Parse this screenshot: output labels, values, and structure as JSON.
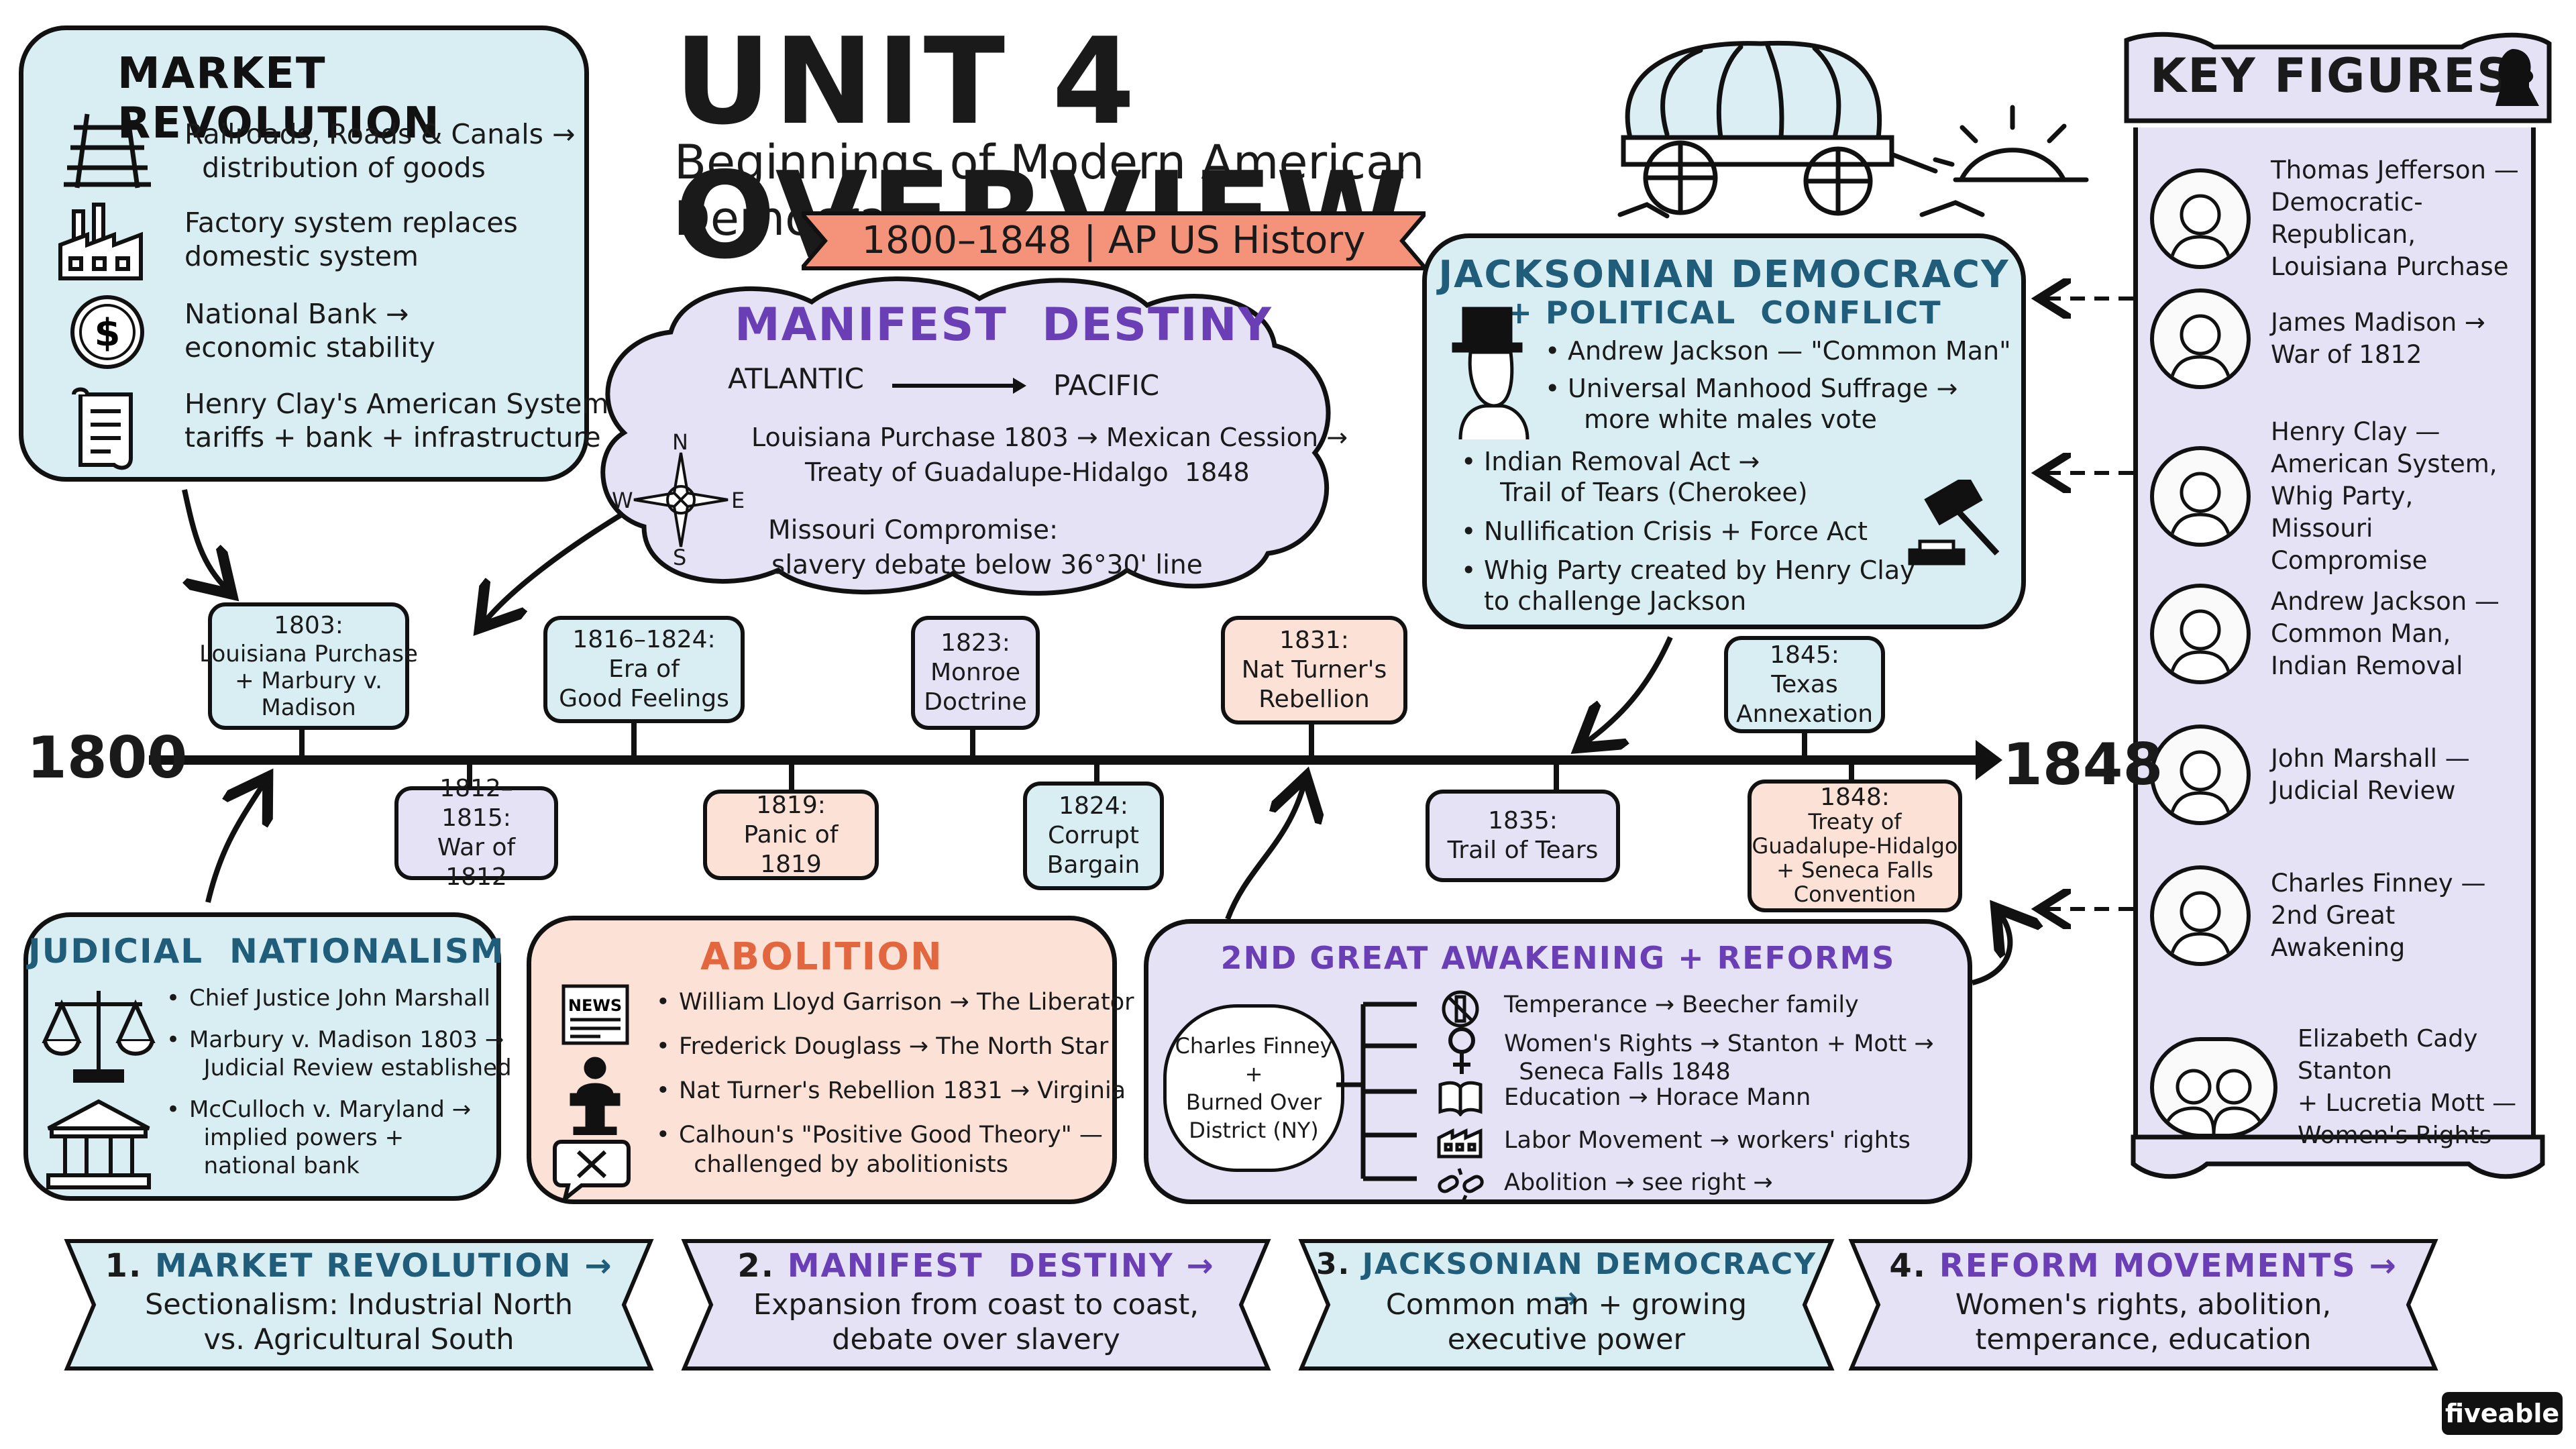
{
  "title": "UNIT 4 OVERVIEW",
  "subtitle": "Beginnings of Modern American Democracy",
  "banner": "1800–1848 | AP US History",
  "market_revolution": {
    "heading": "MARKET REVOLUTION",
    "items": [
      {
        "icon": "railroad-track-icon",
        "text": "Railroads, Roads & Canals →\n  distribution of goods"
      },
      {
        "icon": "factory-icon",
        "text": "Factory system replaces\ndomestic system"
      },
      {
        "icon": "dollar-coin-icon",
        "text": "National Bank →\neconomic stability"
      },
      {
        "icon": "scroll-icon",
        "text": "Henry Clay's American System:\ntariffs + bank + infrastructure"
      }
    ]
  },
  "manifest_destiny": {
    "heading": "MANIFEST  DESTINY",
    "from": "ATLANTIC",
    "to": "PACIFIC",
    "line1": "Louisiana Purchase 1803 → Mexican Cession →",
    "line2": "Treaty of Guadalupe-Hidalgo  1848",
    "line3": "Missouri Compromise:",
    "line4": "slavery debate below 36°30' line",
    "compass": {
      "n": "N",
      "s": "S",
      "e": "E",
      "w": "W"
    }
  },
  "jacksonian": {
    "heading1": "JACKSONIAN DEMOCRACY",
    "heading2": "+ POLITICAL  CONFLICT",
    "items": [
      "Andrew Jackson — \"Common Man\"",
      "Universal Manhood Suffrage →\n  more white males vote",
      "Indian Removal Act →\n  Trail of Tears (Cherokee)",
      "Nullification Crisis + Force Act",
      "Whig Party created by Henry Clay\nto challenge Jackson"
    ]
  },
  "key_figures": {
    "heading": "KEY FIGURES",
    "people": [
      "Thomas Jefferson —\nDemocratic-Republican,\nLouisiana Purchase",
      "James Madison →\nWar of 1812",
      "Henry Clay —\nAmerican System,\nWhig Party,\nMissouri Compromise",
      "Andrew Jackson —\nCommon Man,\nIndian Removal",
      "John Marshall —\nJudicial Review",
      "Charles Finney —\n2nd Great Awakening",
      "Elizabeth Cady Stanton\n+ Lucretia Mott —\nWomen's Rights"
    ]
  },
  "timeline": {
    "start": "1800",
    "end": "1848",
    "events_above": [
      {
        "date": "1803:",
        "label": "Louisiana Purchase\n+ Marbury v.\nMadison",
        "color": "blue"
      },
      {
        "date": "1816–1824:",
        "label": "Era of\nGood Feelings",
        "color": "blue"
      },
      {
        "date": "1823:",
        "label": "Monroe\nDoctrine",
        "color": "lav"
      },
      {
        "date": "1831:",
        "label": "Nat Turner's\nRebellion",
        "color": "peach"
      },
      {
        "date": "1845:",
        "label": "Texas\nAnnexation",
        "color": "blue"
      }
    ],
    "events_below": [
      {
        "date": "1812–1815:",
        "label": "War of 1812",
        "color": "lav"
      },
      {
        "date": "1819:",
        "label": "Panic of 1819",
        "color": "peach"
      },
      {
        "date": "1824:",
        "label": "Corrupt\nBargain",
        "color": "blue"
      },
      {
        "date": "1835:",
        "label": "Trail of Tears",
        "color": "lav"
      },
      {
        "date": "1848:",
        "label": "Treaty of\nGuadalupe-Hidalgo\n+ Seneca Falls\nConvention",
        "color": "peach"
      }
    ]
  },
  "judicial": {
    "heading": "JUDICIAL  NATIONALISM",
    "items": [
      "Chief Justice John Marshall",
      "Marbury v. Madison 1803 →\n  Judicial Review established",
      "McCulloch v. Maryland →\n  implied powers +\n  national bank"
    ]
  },
  "abolition": {
    "heading": "ABOLITION",
    "news_label": "NEWS",
    "items": [
      "William Lloyd Garrison → The Liberator",
      "Frederick Douglass → The North Star",
      "Nat Turner's Rebellion 1831 → Virginia",
      "Calhoun's \"Positive Good Theory\" —\n  challenged by abolitionists"
    ]
  },
  "awakening": {
    "heading": "2ND GREAT AWAKENING + REFORMS",
    "hub": "Charles Finney\n+\nBurned Over\nDistrict (NY)",
    "items": [
      {
        "icon": "no-alcohol-icon",
        "text": "Temperance → Beecher family"
      },
      {
        "icon": "female-symbol-icon",
        "text": "Women's Rights → Stanton + Mott →\n  Seneca Falls 1848"
      },
      {
        "icon": "book-icon",
        "text": "Education → Horace Mann"
      },
      {
        "icon": "factory-small-icon",
        "text": "Labor Movement → workers' rights"
      },
      {
        "icon": "broken-chain-icon",
        "text": "Abolition → see right →"
      }
    ]
  },
  "themes": [
    {
      "num": "1.",
      "title": "MARKET REVOLUTION →",
      "text": "Sectionalism: Industrial North\nvs. Agricultural South",
      "color": "#d9eef2"
    },
    {
      "num": "2.",
      "title": "MANIFEST  DESTINY →",
      "text": "Expansion from coast to coast,\ndebate over slavery",
      "color": "#e6e2f5"
    },
    {
      "num": "3.",
      "title": "JACKSONIAN DEMOCRACY →",
      "text": "Common man + growing\nexecutive power",
      "color": "#d9eef2"
    },
    {
      "num": "4.",
      "title": "REFORM MOVEMENTS →",
      "text": "Women's rights, abolition,\ntemperance, education",
      "color": "#e6e2f5"
    }
  ],
  "logo": "fiveable",
  "colors": {
    "blue": "#d9eef2",
    "lavender": "#e6e2f5",
    "peach": "#fbe1d6",
    "banner": "#f4937a",
    "heading_blue": "#1f5d7a",
    "heading_purple": "#6a3fb5",
    "heading_orange": "#e2673f"
  }
}
